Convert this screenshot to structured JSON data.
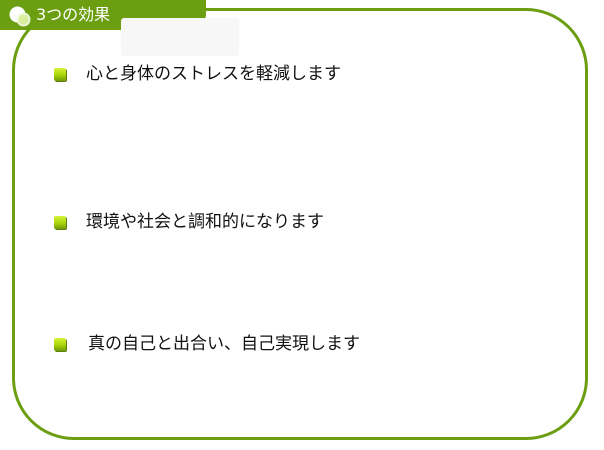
{
  "header": {
    "title": "3つの効果",
    "icon": "double-circle-icon"
  },
  "effects": {
    "items": [
      {
        "text": "心と身体のストレスを軽減します"
      },
      {
        "text": "環境や社会と調和的になります"
      },
      {
        "text": "真の自己と出合い、自己実現します"
      }
    ]
  },
  "colors": {
    "accent_green": "#6b9e10",
    "bullet_lime": "#b6dd12",
    "text": "#111111",
    "background": "#ffffff"
  }
}
